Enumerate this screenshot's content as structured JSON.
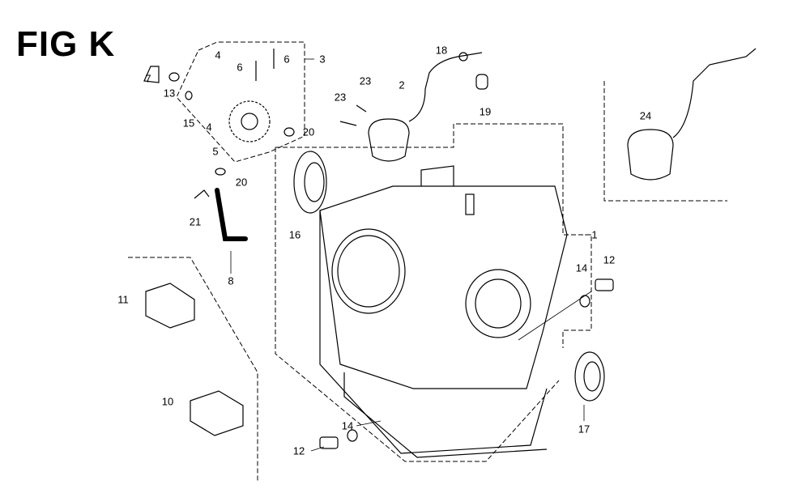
{
  "title": "FIG K",
  "callouts": [
    "7",
    "13",
    "15",
    "4",
    "4",
    "6",
    "6",
    "3",
    "5",
    "20",
    "20",
    "21",
    "8",
    "16",
    "23",
    "23",
    "2",
    "18",
    "19",
    "24",
    "1",
    "14",
    "12",
    "17",
    "11",
    "10",
    "14",
    "12"
  ]
}
